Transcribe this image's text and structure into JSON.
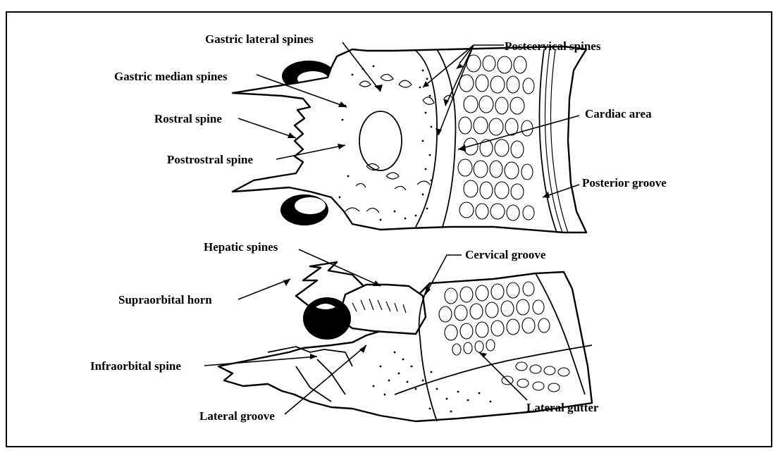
{
  "figure": {
    "labels": {
      "gastric_lateral_spines": "Gastric lateral spines",
      "postcervical_spines": "Postcervical spines",
      "gastric_median_spines": "Gastric median spines",
      "rostral_spine": "Rostral spine",
      "cardiac_area": "Cardiac area",
      "postrostral_spine": "Postrostral spine",
      "posterior_groove": "Posterior groove",
      "hepatic_spines": "Hepatic spines",
      "cervical_groove": "Cervical groove",
      "supraorbital_horn": "Supraorbital horn",
      "infraorbital_spine": "Infraorbital spine",
      "lateral_groove": "Lateral groove",
      "lateral_gutter": "Lateral gutter"
    }
  }
}
